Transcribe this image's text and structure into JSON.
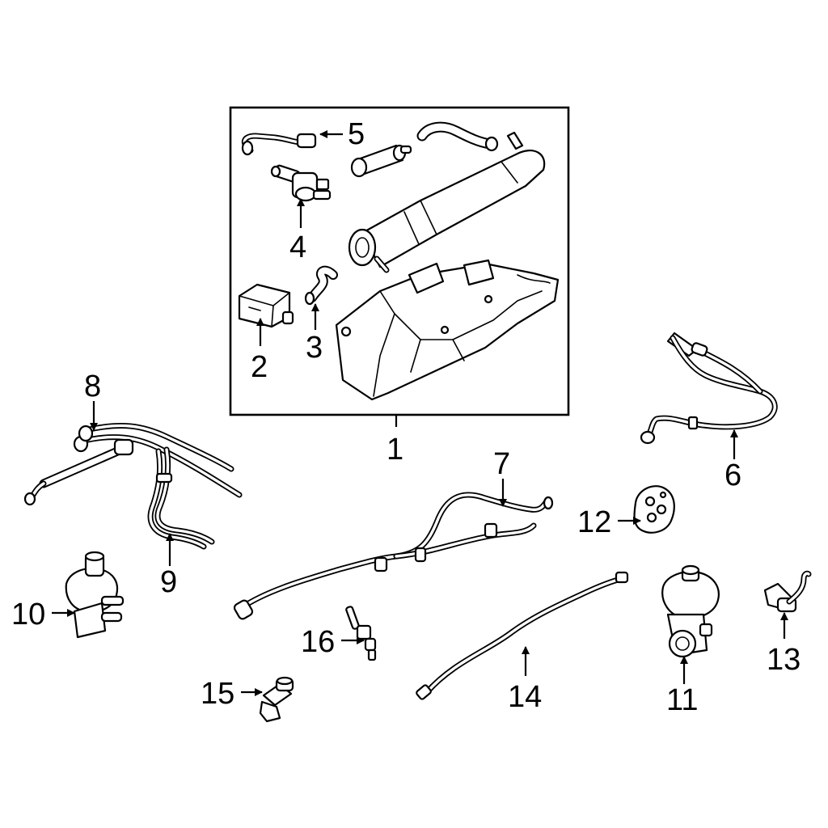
{
  "diagram": {
    "callouts": {
      "c1": "1",
      "c2": "2",
      "c3": "3",
      "c4": "4",
      "c5": "5",
      "c6": "6",
      "c7": "7",
      "c8": "8",
      "c9": "9",
      "c10": "10",
      "c11": "11",
      "c12": "12",
      "c13": "13",
      "c14": "14",
      "c15": "15",
      "c16": "16"
    },
    "colors": {
      "line": "#000000",
      "background": "#ffffff"
    }
  }
}
